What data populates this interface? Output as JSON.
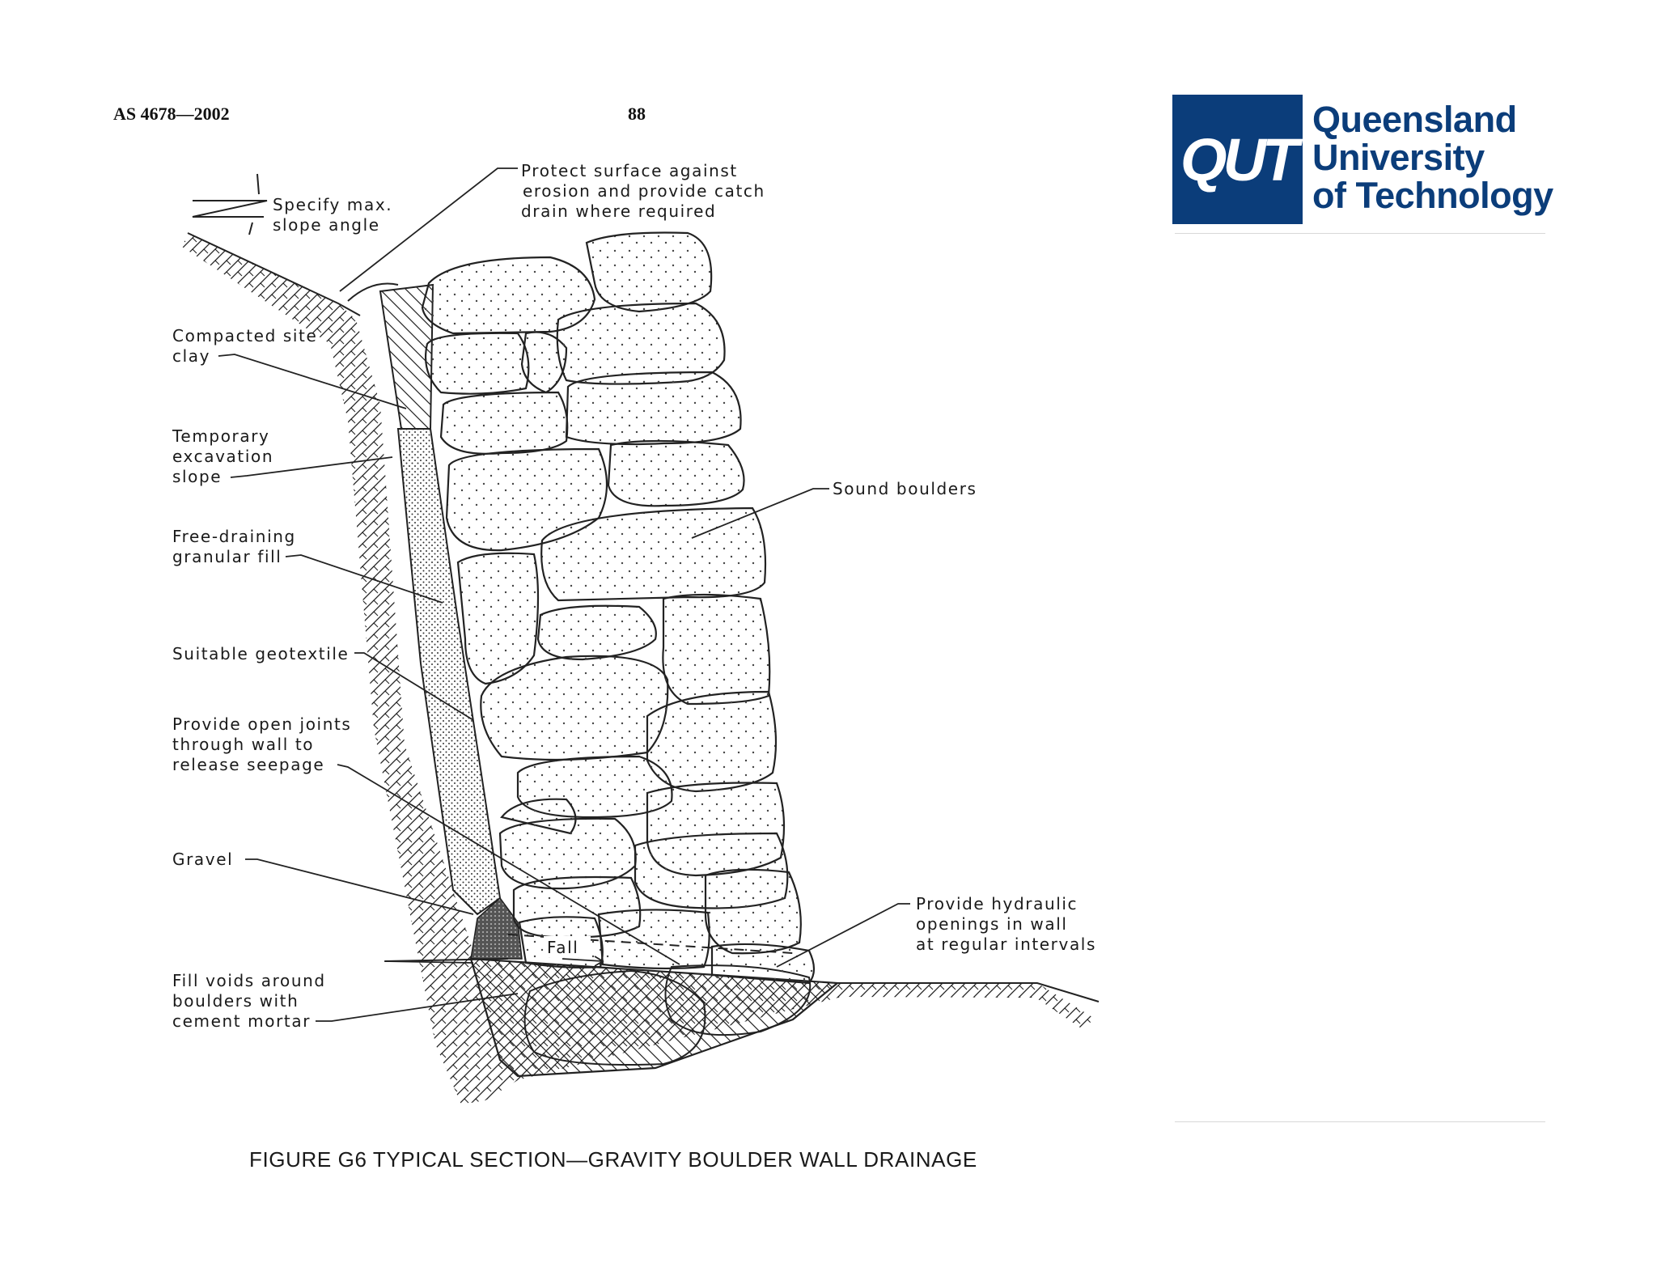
{
  "header": {
    "standard": "AS 4678—2002",
    "page_number": "88"
  },
  "logo": {
    "mark": "QUT",
    "line1": "Queensland",
    "line2": "University",
    "line3": "of Technology",
    "brand_color": "#0b3d7a"
  },
  "labels": {
    "slope": [
      "Specify max.",
      "slope angle"
    ],
    "protect": [
      "Protect surface against",
      "erosion and provide catch",
      "drain where required"
    ],
    "clay": [
      "Compacted site",
      "clay"
    ],
    "excavation": [
      "Temporary",
      "excavation",
      "slope"
    ],
    "fill": [
      "Free-draining",
      "granular fill"
    ],
    "geotextile": [
      "Suitable geotextile"
    ],
    "joints": [
      "Provide open joints",
      "through wall to",
      "release seepage"
    ],
    "gravel": [
      "Gravel"
    ],
    "mortar": [
      "Fill voids around",
      "boulders with",
      "cement mortar"
    ],
    "boulders": [
      "Sound boulders"
    ],
    "hydraulic": [
      "Provide hydraulic",
      "openings in wall",
      "at regular intervals"
    ],
    "fall": "Fall"
  },
  "caption": "FIGURE  G6   TYPICAL SECTION—GRAVITY BOULDER WALL DRAINAGE"
}
